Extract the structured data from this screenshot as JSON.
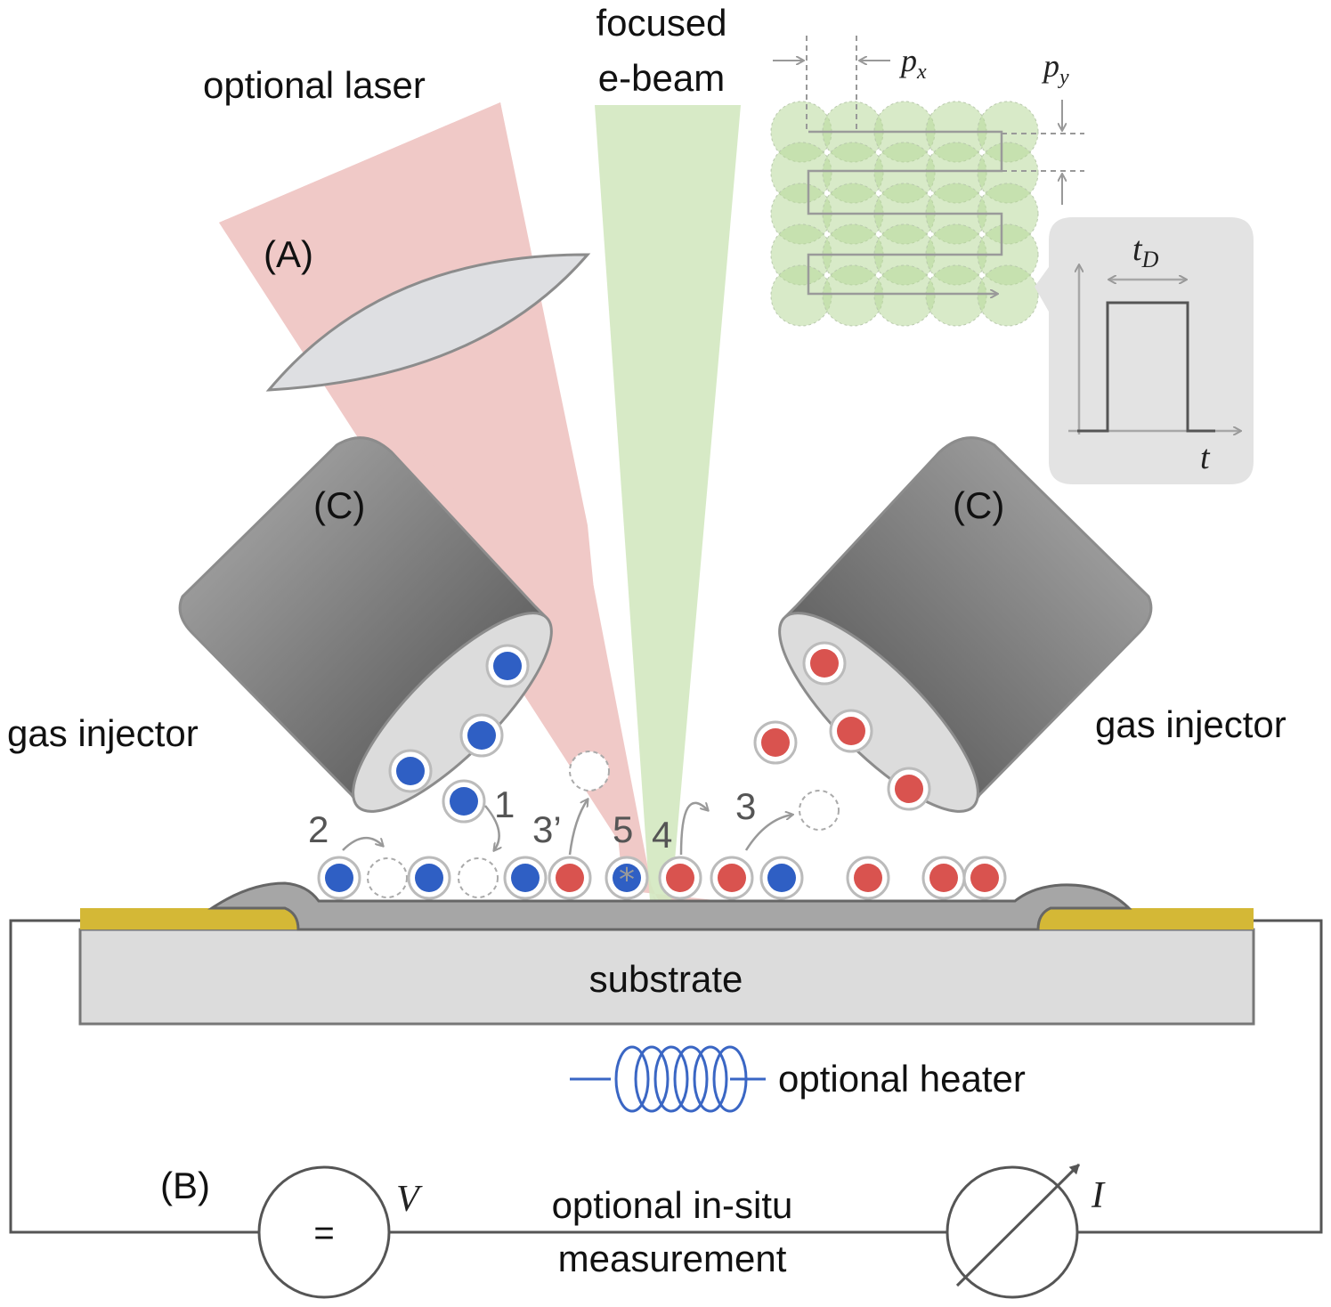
{
  "labels": {
    "optional_laser": "optional laser",
    "focused_line1": "focused",
    "focused_line2": "e-beam",
    "label_a": "(A)",
    "label_b": "(B)",
    "label_c_left": "(C)",
    "label_c_right": "(C)",
    "gas_injector_left": "gas injector",
    "gas_injector_right": "gas injector",
    "substrate": "substrate",
    "optional_heater": "optional heater",
    "measurement_line1": "optional in-situ",
    "measurement_line2": "measurement",
    "voltage_symbol": "=",
    "voltage_var": "V",
    "current_var": "I"
  },
  "scan_pattern": {
    "px_base": "p",
    "px_sub": "x",
    "py_base": "p",
    "py_sub": "y"
  },
  "pulse_inset": {
    "td_base": "t",
    "td_sub": "D",
    "t_axis": "t"
  },
  "process_steps": [
    "1",
    "2",
    "3",
    "3’",
    "4",
    "5"
  ],
  "colors": {
    "laser": "#f0c9c7",
    "ebeam": "#d8ebc5",
    "blue_molecule": "#2f5fc4",
    "red_molecule": "#d9534f",
    "gold_contact": "#d4b836",
    "deposit": "#a6a6a6",
    "substrate": "#dcdcdc",
    "heater": "#3a66c4",
    "scan_dot": "#b8d89a"
  },
  "icons": {
    "lens": "lens-icon",
    "voltage_source": "voltage-source-icon",
    "ammeter": "ammeter-icon",
    "heater_coil": "heater-coil-icon"
  }
}
